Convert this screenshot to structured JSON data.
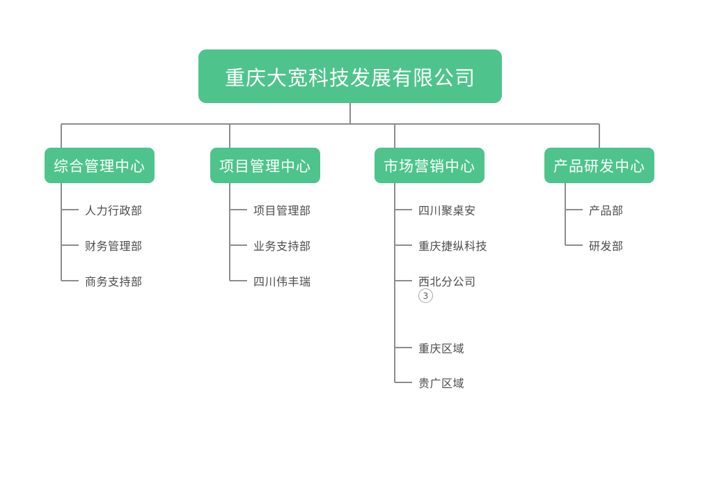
{
  "chart_data": {
    "type": "diagram",
    "diagram_type": "organization-chart",
    "title": "重庆大宽科技发展有限公司",
    "orientation": "top-down",
    "colors": {
      "node_fill": "#4ec48c",
      "node_text": "#ffffff",
      "leaf_text": "#4b4b4b",
      "connector": "#8c8c8c",
      "badge_border": "#a8a8a8",
      "background": "#ffffff"
    },
    "root": {
      "label": "重庆大宽科技发展有限公司",
      "level": 0
    },
    "departments": [
      {
        "label": "综合管理中心",
        "level": 1,
        "children": [
          {
            "label": "人力行政部"
          },
          {
            "label": "财务管理部"
          },
          {
            "label": "商务支持部"
          }
        ]
      },
      {
        "label": "项目管理中心",
        "level": 1,
        "children": [
          {
            "label": "项目管理部"
          },
          {
            "label": "业务支持部"
          },
          {
            "label": "四川伟丰瑞"
          }
        ]
      },
      {
        "label": "市场营销中心",
        "level": 1,
        "children": [
          {
            "label": "四川聚桌安"
          },
          {
            "label": "重庆捷纵科技"
          },
          {
            "label": "西北分公司",
            "badge": "3"
          },
          {
            "label": "重庆区域"
          },
          {
            "label": "贵广区域"
          }
        ]
      },
      {
        "label": "产品研发中心",
        "level": 1,
        "children": [
          {
            "label": "产品部"
          },
          {
            "label": "研发部"
          }
        ]
      }
    ]
  },
  "root": {
    "label": "重庆大宽科技发展有限公司"
  },
  "columns": [
    {
      "label": "综合管理中心",
      "leaves": [
        {
          "label": "人力行政部"
        },
        {
          "label": "财务管理部"
        },
        {
          "label": "商务支持部"
        }
      ]
    },
    {
      "label": "项目管理中心",
      "leaves": [
        {
          "label": "项目管理部"
        },
        {
          "label": "业务支持部"
        },
        {
          "label": "四川伟丰瑞"
        }
      ]
    },
    {
      "label": "市场营销中心",
      "leaves": [
        {
          "label": "四川聚桌安"
        },
        {
          "label": "重庆捷纵科技"
        },
        {
          "label": "西北分公司",
          "badge": "3"
        },
        {
          "label": "重庆区域"
        },
        {
          "label": "贵广区域"
        }
      ]
    },
    {
      "label": "产品研发中心",
      "leaves": [
        {
          "label": "产品部"
        },
        {
          "label": "研发部"
        }
      ]
    }
  ]
}
